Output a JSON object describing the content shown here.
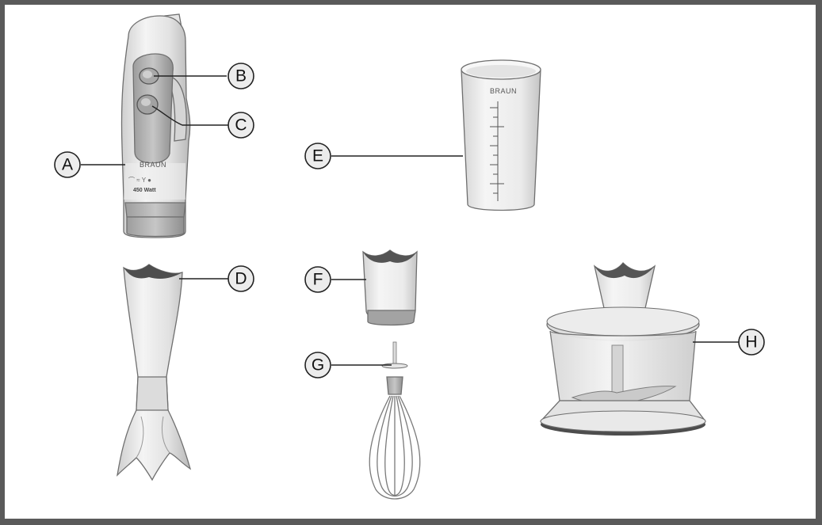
{
  "callouts": {
    "a": "A",
    "b": "B",
    "c": "C",
    "d": "D",
    "e": "E",
    "f": "F",
    "g": "G",
    "h": "H"
  },
  "device_text": {
    "brand_motor": "BRAUN",
    "wattage": "450  Watt",
    "brand_beaker": "BRAUN"
  },
  "colors": {
    "frame": "#5a5a5a",
    "background": "#ffffff",
    "part_light": "#e9e9e9",
    "part_mid": "#c9c9c9",
    "part_dark": "#9a9a9a",
    "line": "#222222"
  }
}
